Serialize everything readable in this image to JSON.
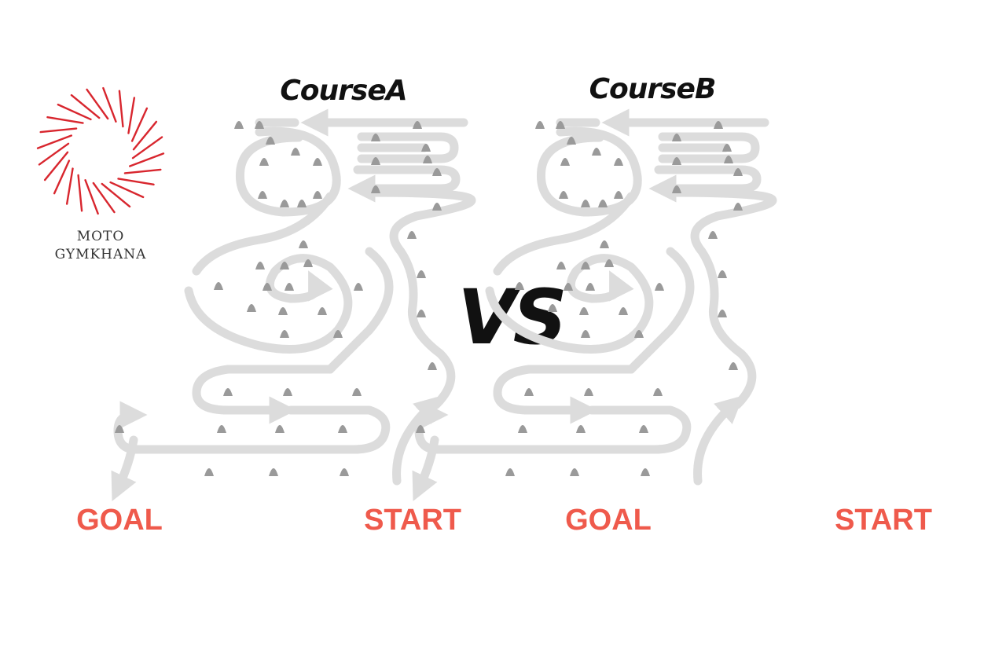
{
  "logo": {
    "line1": "MOTO",
    "line2": "GYMKHANA",
    "icon": "red-starburst-ring-icon",
    "color": "#d8262e"
  },
  "vs_label": "VS",
  "colors": {
    "track": "#dcdcdc",
    "cone": "#9a9a9a",
    "endpoint_text": "#ef5a4c",
    "title_text": "#111111"
  },
  "courses": [
    {
      "title": "CourseA",
      "goal_label": "GOAL",
      "start_label": "START"
    },
    {
      "title": "CourseB",
      "goal_label": "GOAL",
      "start_label": "START"
    }
  ]
}
